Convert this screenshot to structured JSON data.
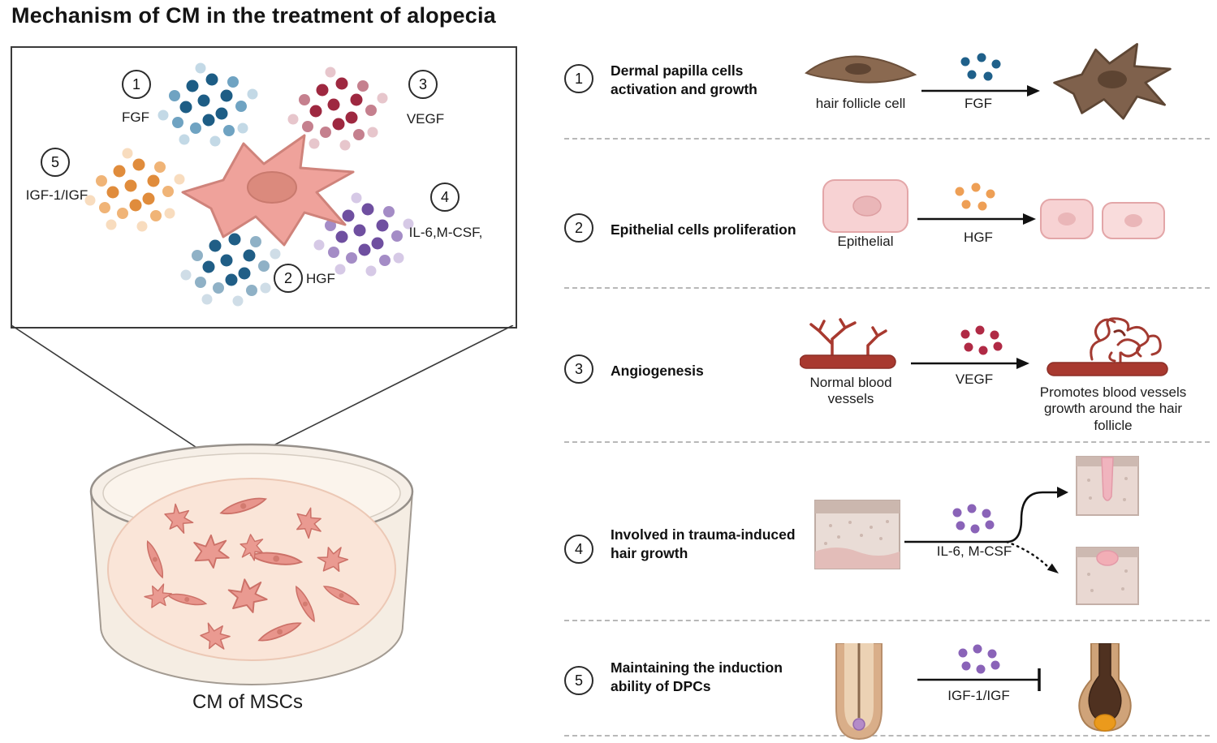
{
  "title": "Mechanism of CM in the treatment of alopecia",
  "panel": {
    "factors": [
      {
        "num": "1",
        "label": "FGF"
      },
      {
        "num": "2",
        "label": "HGF"
      },
      {
        "num": "3",
        "label": "VEGF"
      },
      {
        "num": "4",
        "label": "IL-6,M-CSF,"
      },
      {
        "num": "5",
        "label": "IGF-1/IGF"
      }
    ],
    "dish_label": "CM of MSCs"
  },
  "rows": [
    {
      "num": "1",
      "title": "Dermal papilla cells activation and growth",
      "source_label": "hair follicle cell",
      "factor_label": "FGF"
    },
    {
      "num": "2",
      "title": "Epithelial cells proliferation",
      "source_label": "Epithelial",
      "factor_label": "HGF"
    },
    {
      "num": "3",
      "title": "Angiogenesis",
      "source_label": "Normal blood vessels",
      "factor_label": "VEGF",
      "result_label": "Promotes blood vessels growth around the hair follicle"
    },
    {
      "num": "4",
      "title": "Involved in trauma-induced hair growth",
      "factor_label": "IL-6, M-CSF"
    },
    {
      "num": "5",
      "title": "Maintaining the induction ability of DPCs",
      "factor_label": "IGF-1/IGF"
    }
  ],
  "colors": {
    "fgf_dots": "#1d5d85",
    "hgf_dots_panel": "#205e86",
    "vegf_dots": "#9e2840",
    "il6_dots": "#6f4fa0",
    "igf_dots": "#e08c3c",
    "hgf_dots_row": "#ee9f55",
    "msc_cell": "#efa29b",
    "vessel_red": "#a8392f",
    "dish_medium": "#fae5d8"
  }
}
